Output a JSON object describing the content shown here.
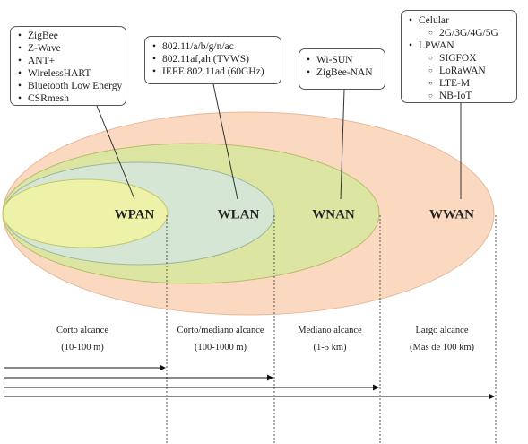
{
  "callouts": {
    "wpan": {
      "items": [
        "ZigBee",
        "Z-Wave",
        "ANT+",
        "WirelessHART",
        "Bluetooth Low Energy",
        "CSRmesh"
      ]
    },
    "wlan": {
      "items": [
        "802.11/a/b/g/n/ac",
        "802.11af,ah (TVWS)",
        "IEEE 802.11ad (60GHz)"
      ]
    },
    "wnan": {
      "items": [
        "Wi-SUN",
        "ZigBee-NAN"
      ]
    },
    "wwan": {
      "celular": "Celular",
      "celular_sub": [
        "2G/3G/4G/5G"
      ],
      "lpwan": "LPWAN",
      "lpwan_sub": [
        "SIGFOX",
        "LoRaWAN",
        "LTE-M",
        "NB-IoT"
      ]
    }
  },
  "networks": {
    "wpan": {
      "label": "WPAN",
      "color": "#eef2a8"
    },
    "wlan": {
      "label": "WLAN",
      "color": "#d6e6d4"
    },
    "wnan": {
      "label": "WNAN",
      "color": "#dde5a2"
    },
    "wwan": {
      "label": "WWAN",
      "color": "#fbd9c0"
    }
  },
  "ranges": {
    "wpan": {
      "name": "Corto alcance",
      "value": "(10-100 m)"
    },
    "wlan": {
      "name": "Corto/mediano alcance",
      "value": "(100-1000 m)"
    },
    "wnan": {
      "name": "Mediano alcance",
      "value": "(1-5 km)"
    },
    "wwan": {
      "name": "Largo alcance",
      "value": "(Más de 100 km)"
    }
  }
}
